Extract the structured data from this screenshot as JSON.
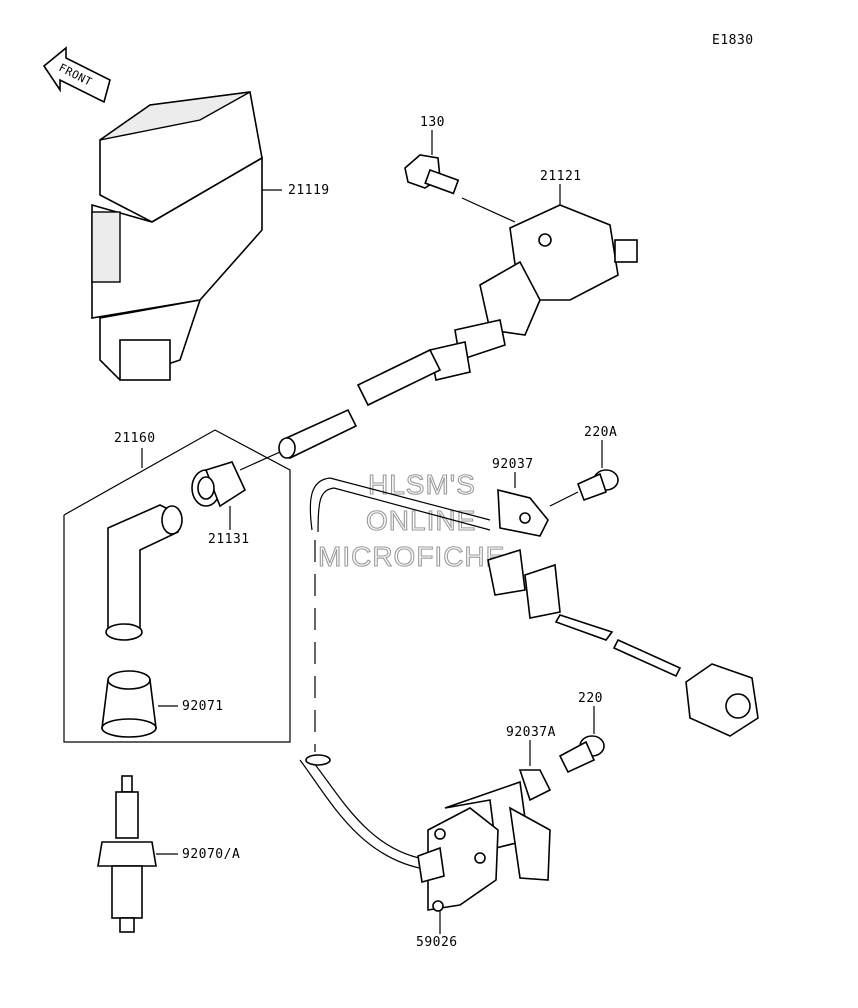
{
  "diagram_code": "E1830",
  "front_arrow_label": "FRONT",
  "watermark": {
    "line1": "HLSM'S",
    "line2": "ONLINE",
    "line3": "MICROFICHE"
  },
  "callouts": {
    "p21119": "21119",
    "p130": "130",
    "p21121": "21121",
    "p21160": "21160",
    "p21131": "21131",
    "p92037": "92037",
    "p220A": "220A",
    "p92071": "92071",
    "p220": "220",
    "p92037A": "92037A",
    "p92070A": "92070/A",
    "p59026": "59026"
  }
}
